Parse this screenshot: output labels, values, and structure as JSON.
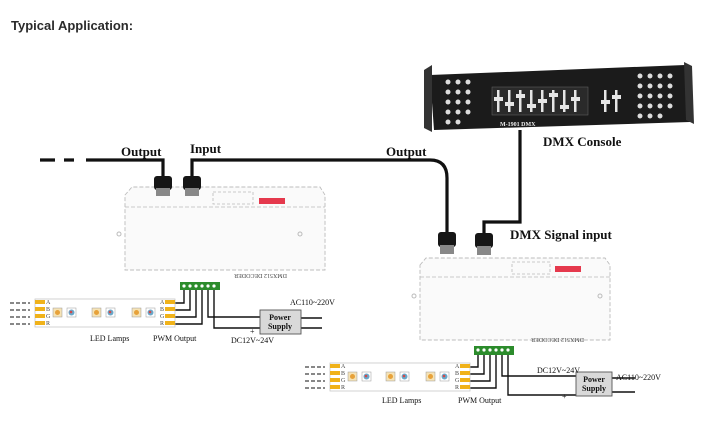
{
  "heading": "Typical Application:",
  "labels": {
    "output_left": "Output",
    "input_left": "Input",
    "output_right": "Output",
    "dmx_console": "DMX Console",
    "dmx_signal_input": "DMX Signal input",
    "led_lamps": "LED Lamps",
    "pwm_output": "PWM Output",
    "power_supply": "Power Supply",
    "ac_range": "AC110~220V",
    "dc_range": "DC12V~24V",
    "decoder_label": "DMX512 DECODER",
    "console_model": "M-1901  DMX",
    "plus": "+",
    "minus": "-"
  },
  "pins": [
    "A",
    "B",
    "G",
    "R",
    "+"
  ]
}
